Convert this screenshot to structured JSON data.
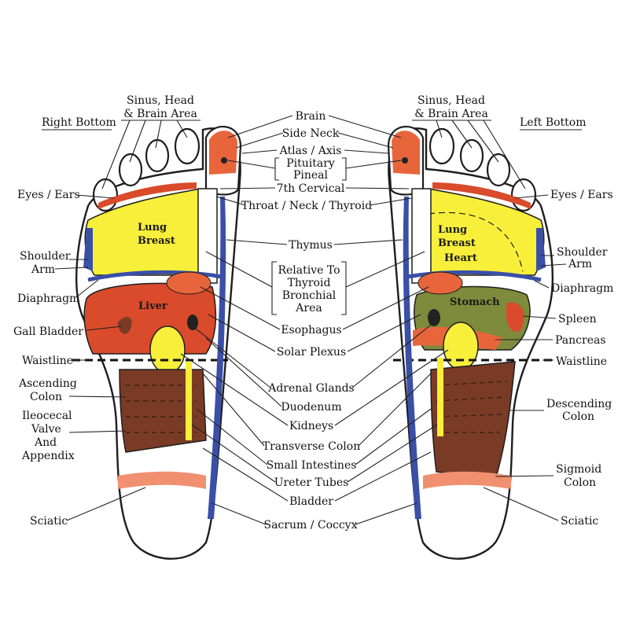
{
  "headers": {
    "right": "Right Bottom",
    "left": "Left Bottom"
  },
  "labels": {
    "sinus_right": [
      "Sinus, Head",
      "& Brain Area"
    ],
    "sinus_left": [
      "Sinus, Head",
      "& Brain Area"
    ],
    "eyes_right": "Eyes / Ears",
    "eyes_left": "Eyes / Ears",
    "shoulder_right": [
      "Shoulder",
      "Arm"
    ],
    "shoulder_left": [
      "Shoulder",
      "Arm"
    ],
    "diaphragm_right": "Diaphragm",
    "diaphragm_left": "Diaphragm",
    "gall": "Gall Bladder",
    "waist_right": "Waistline",
    "waist_left": "Waistline",
    "ascending": [
      "Ascending",
      "Colon"
    ],
    "ileocecal": [
      "Ileocecal",
      "Valve",
      "And",
      "Appendix"
    ],
    "sciatic_right": "Sciatic",
    "sciatic_left": "Sciatic",
    "spleen": "Spleen",
    "pancreas": "Pancreas",
    "descending": [
      "Descending",
      "Colon"
    ],
    "sigmoid": [
      "Sigmoid",
      "Colon"
    ],
    "brain": "Brain",
    "side_neck": "Side Neck",
    "atlas": "Atlas / Axis",
    "pituitary": [
      "Pituitary",
      "Pineal"
    ],
    "seventh": "7th Cervical",
    "throat": "Throat / Neck / Thyroid",
    "thymus": "Thymus",
    "relative": [
      "Relative To",
      "Thyroid",
      "Bronchial",
      "Area"
    ],
    "esophagus": "Esophagus",
    "solar": "Solar Plexus",
    "adrenal": "Adrenal Glands",
    "duodenum": "Duodenum",
    "kidneys": "Kidneys",
    "transverse": "Transverse Colon",
    "small": "Small Intestines",
    "ureter": "Ureter Tubes",
    "bladder": "Bladder",
    "sacrum": "Sacrum / Coccyx"
  },
  "zones": {
    "lung_right": [
      "Lung",
      "Breast"
    ],
    "lung_left": [
      "Lung",
      "Breast",
      "Heart"
    ],
    "liver": "Liver",
    "stomach": "Stomach"
  },
  "colors": {
    "yellow": "#f7ef3a",
    "orange": "#e8653c",
    "red": "#d94b2b",
    "brown": "#7a3b26",
    "olive": "#7e8a3c",
    "blue": "#3a4fa8",
    "salmon": "#f09070"
  }
}
